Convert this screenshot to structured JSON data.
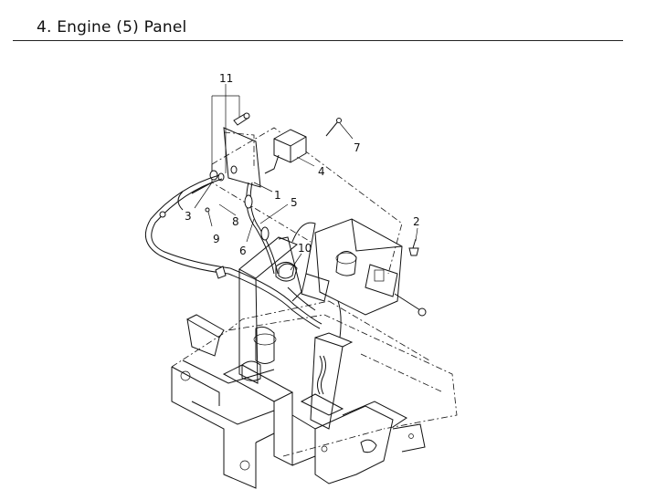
{
  "header": {
    "title": "4. Engine (5) Panel"
  },
  "callouts": {
    "c1": "1",
    "c2": "2",
    "c3": "3",
    "c4": "4",
    "c5": "5",
    "c6": "6",
    "c7": "7",
    "c8": "8",
    "c9": "9",
    "c10": "10",
    "c11": "11"
  }
}
